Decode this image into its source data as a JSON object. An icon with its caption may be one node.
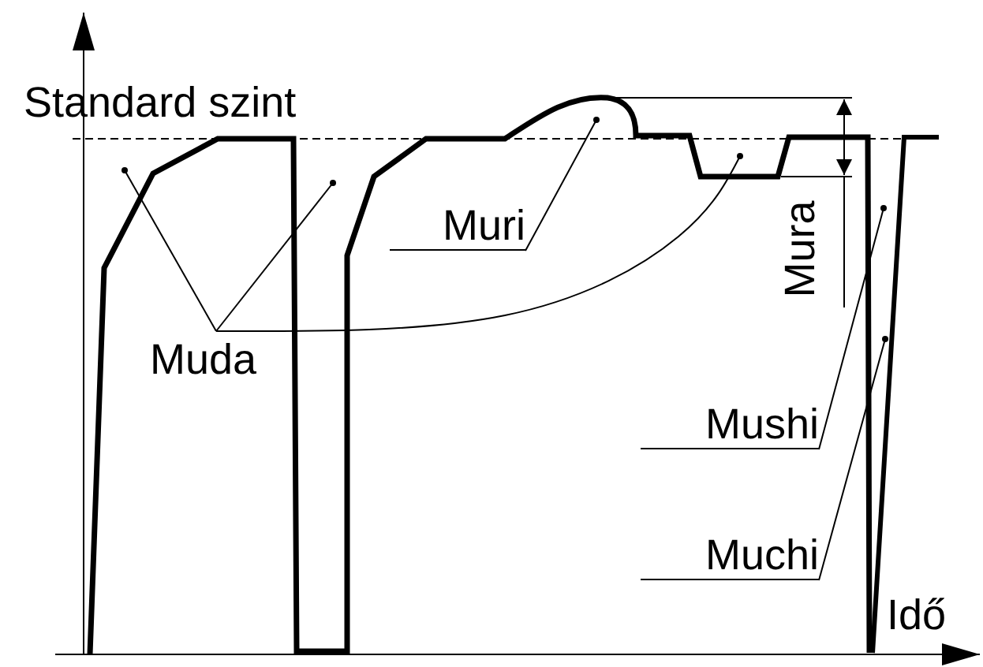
{
  "diagram": {
    "nodes": [
      {
        "text": [
          "Muda"
        ]
      },
      {
        "text": [
          "Muri"
        ]
      },
      {
        "text": [
          "Mushi"
        ]
      },
      {
        "text": [
          "Muchi"
        ]
      }
    ],
    "edges": [
      {
        "from": 0,
        "to": null,
        "arrow": "other"
      },
      {
        "from": 0,
        "to": null,
        "arrow": "other"
      },
      {
        "from": 0,
        "to": null,
        "arrow": "other"
      },
      {
        "from": 1,
        "to": null,
        "arrow": "other"
      },
      {
        "from": 2,
        "to": null,
        "arrow": "other"
      },
      {
        "from": 3,
        "to": null,
        "arrow": "other"
      }
    ],
    "labels": [
      "Standard szint",
      "Mura",
      "Idő"
    ]
  }
}
